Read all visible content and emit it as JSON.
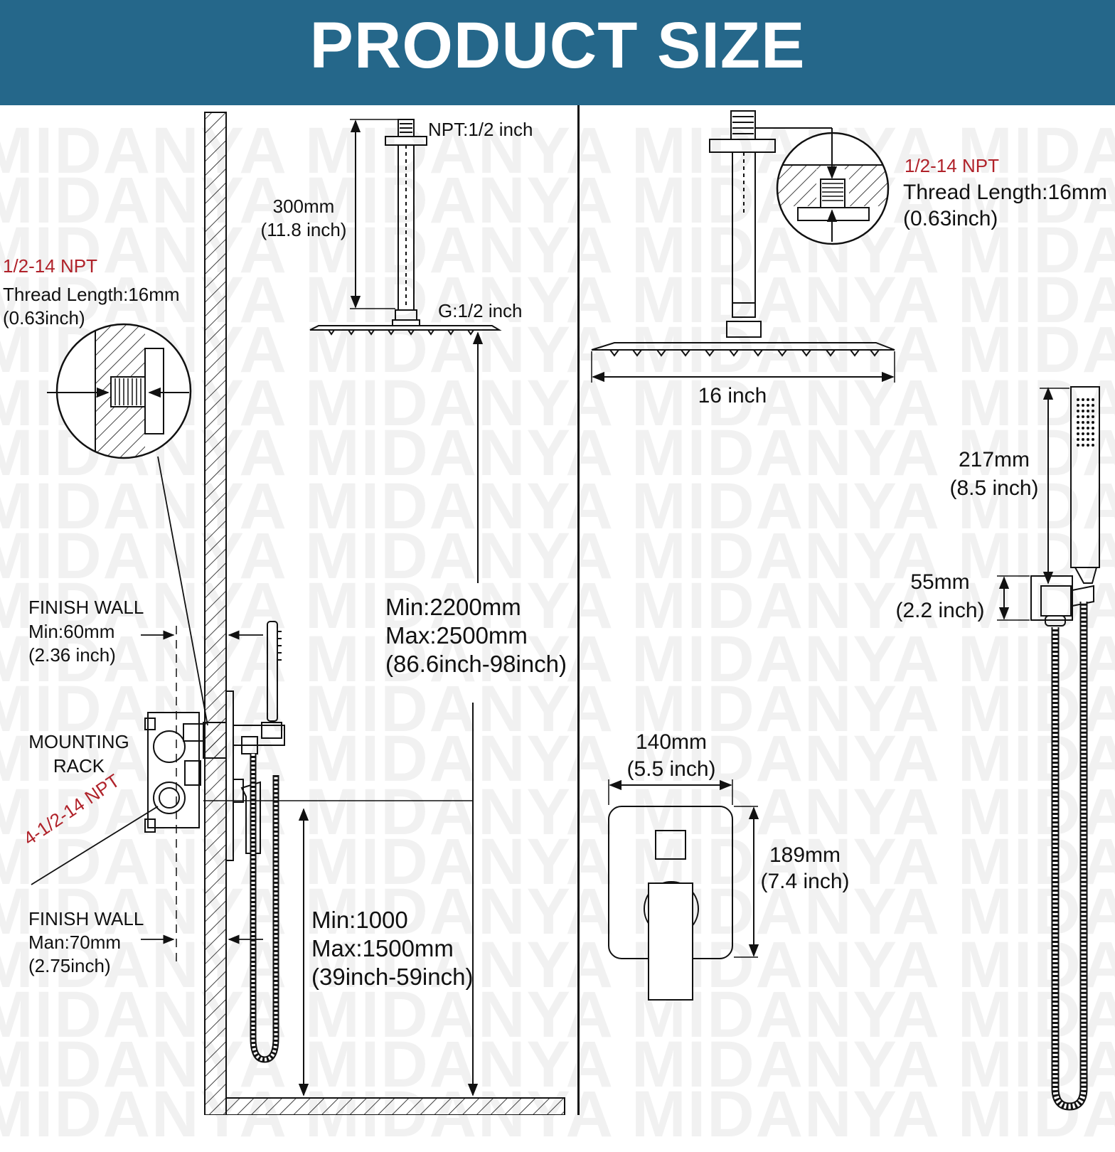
{
  "header": {
    "title": "PRODUCT SIZE"
  },
  "watermark": {
    "text": "MIDANYA MIDANYA MIDANYA MIDANYA MIDANYA"
  },
  "colors": {
    "banner": "#25678a",
    "accent_red": "#b0222a",
    "line": "#111111"
  },
  "left_panel": {
    "thread_spec": {
      "npt": "1/2-14 NPT",
      "length": "Thread Length:16mm",
      "length_in": "(0.63inch)"
    },
    "arm_top_label": "NPT:1/2 inch",
    "arm_length": {
      "mm": "300mm",
      "inch": "(11.8 inch)"
    },
    "head_connector": "G:1/2 inch",
    "finish_wall_min": {
      "title": "FINISH WALL",
      "value": "Min:60mm",
      "inch": "(2.36 inch)"
    },
    "mounting_rack": {
      "line1": "MOUNTING",
      "line2": "RACK"
    },
    "ports": "4-1/2-14 NPT",
    "finish_wall_max": {
      "title": "FINISH WALL",
      "value": "Man:70mm",
      "inch": "(2.75inch)"
    },
    "head_height": {
      "min": "Min:2200mm",
      "max": "Max:2500mm",
      "inch": "(86.6inch-98inch)"
    },
    "valve_height": {
      "min": "Min:1000",
      "max": "Max:1500mm",
      "inch": "(39inch-59inch)"
    }
  },
  "right_panel": {
    "thread_spec": {
      "npt": "1/2-14 NPT",
      "length": "Thread Length:16mm",
      "length_in": "(0.63inch)"
    },
    "head_width": "16 inch",
    "handheld_length": {
      "mm": "217mm",
      "inch": "(8.5 inch)"
    },
    "holder_height": {
      "mm": "55mm",
      "inch": "(2.2 inch)"
    },
    "plate_width": {
      "mm": "140mm",
      "inch": "(5.5 inch)"
    },
    "plate_height": {
      "mm": "189mm",
      "inch": "(7.4 inch)"
    }
  }
}
